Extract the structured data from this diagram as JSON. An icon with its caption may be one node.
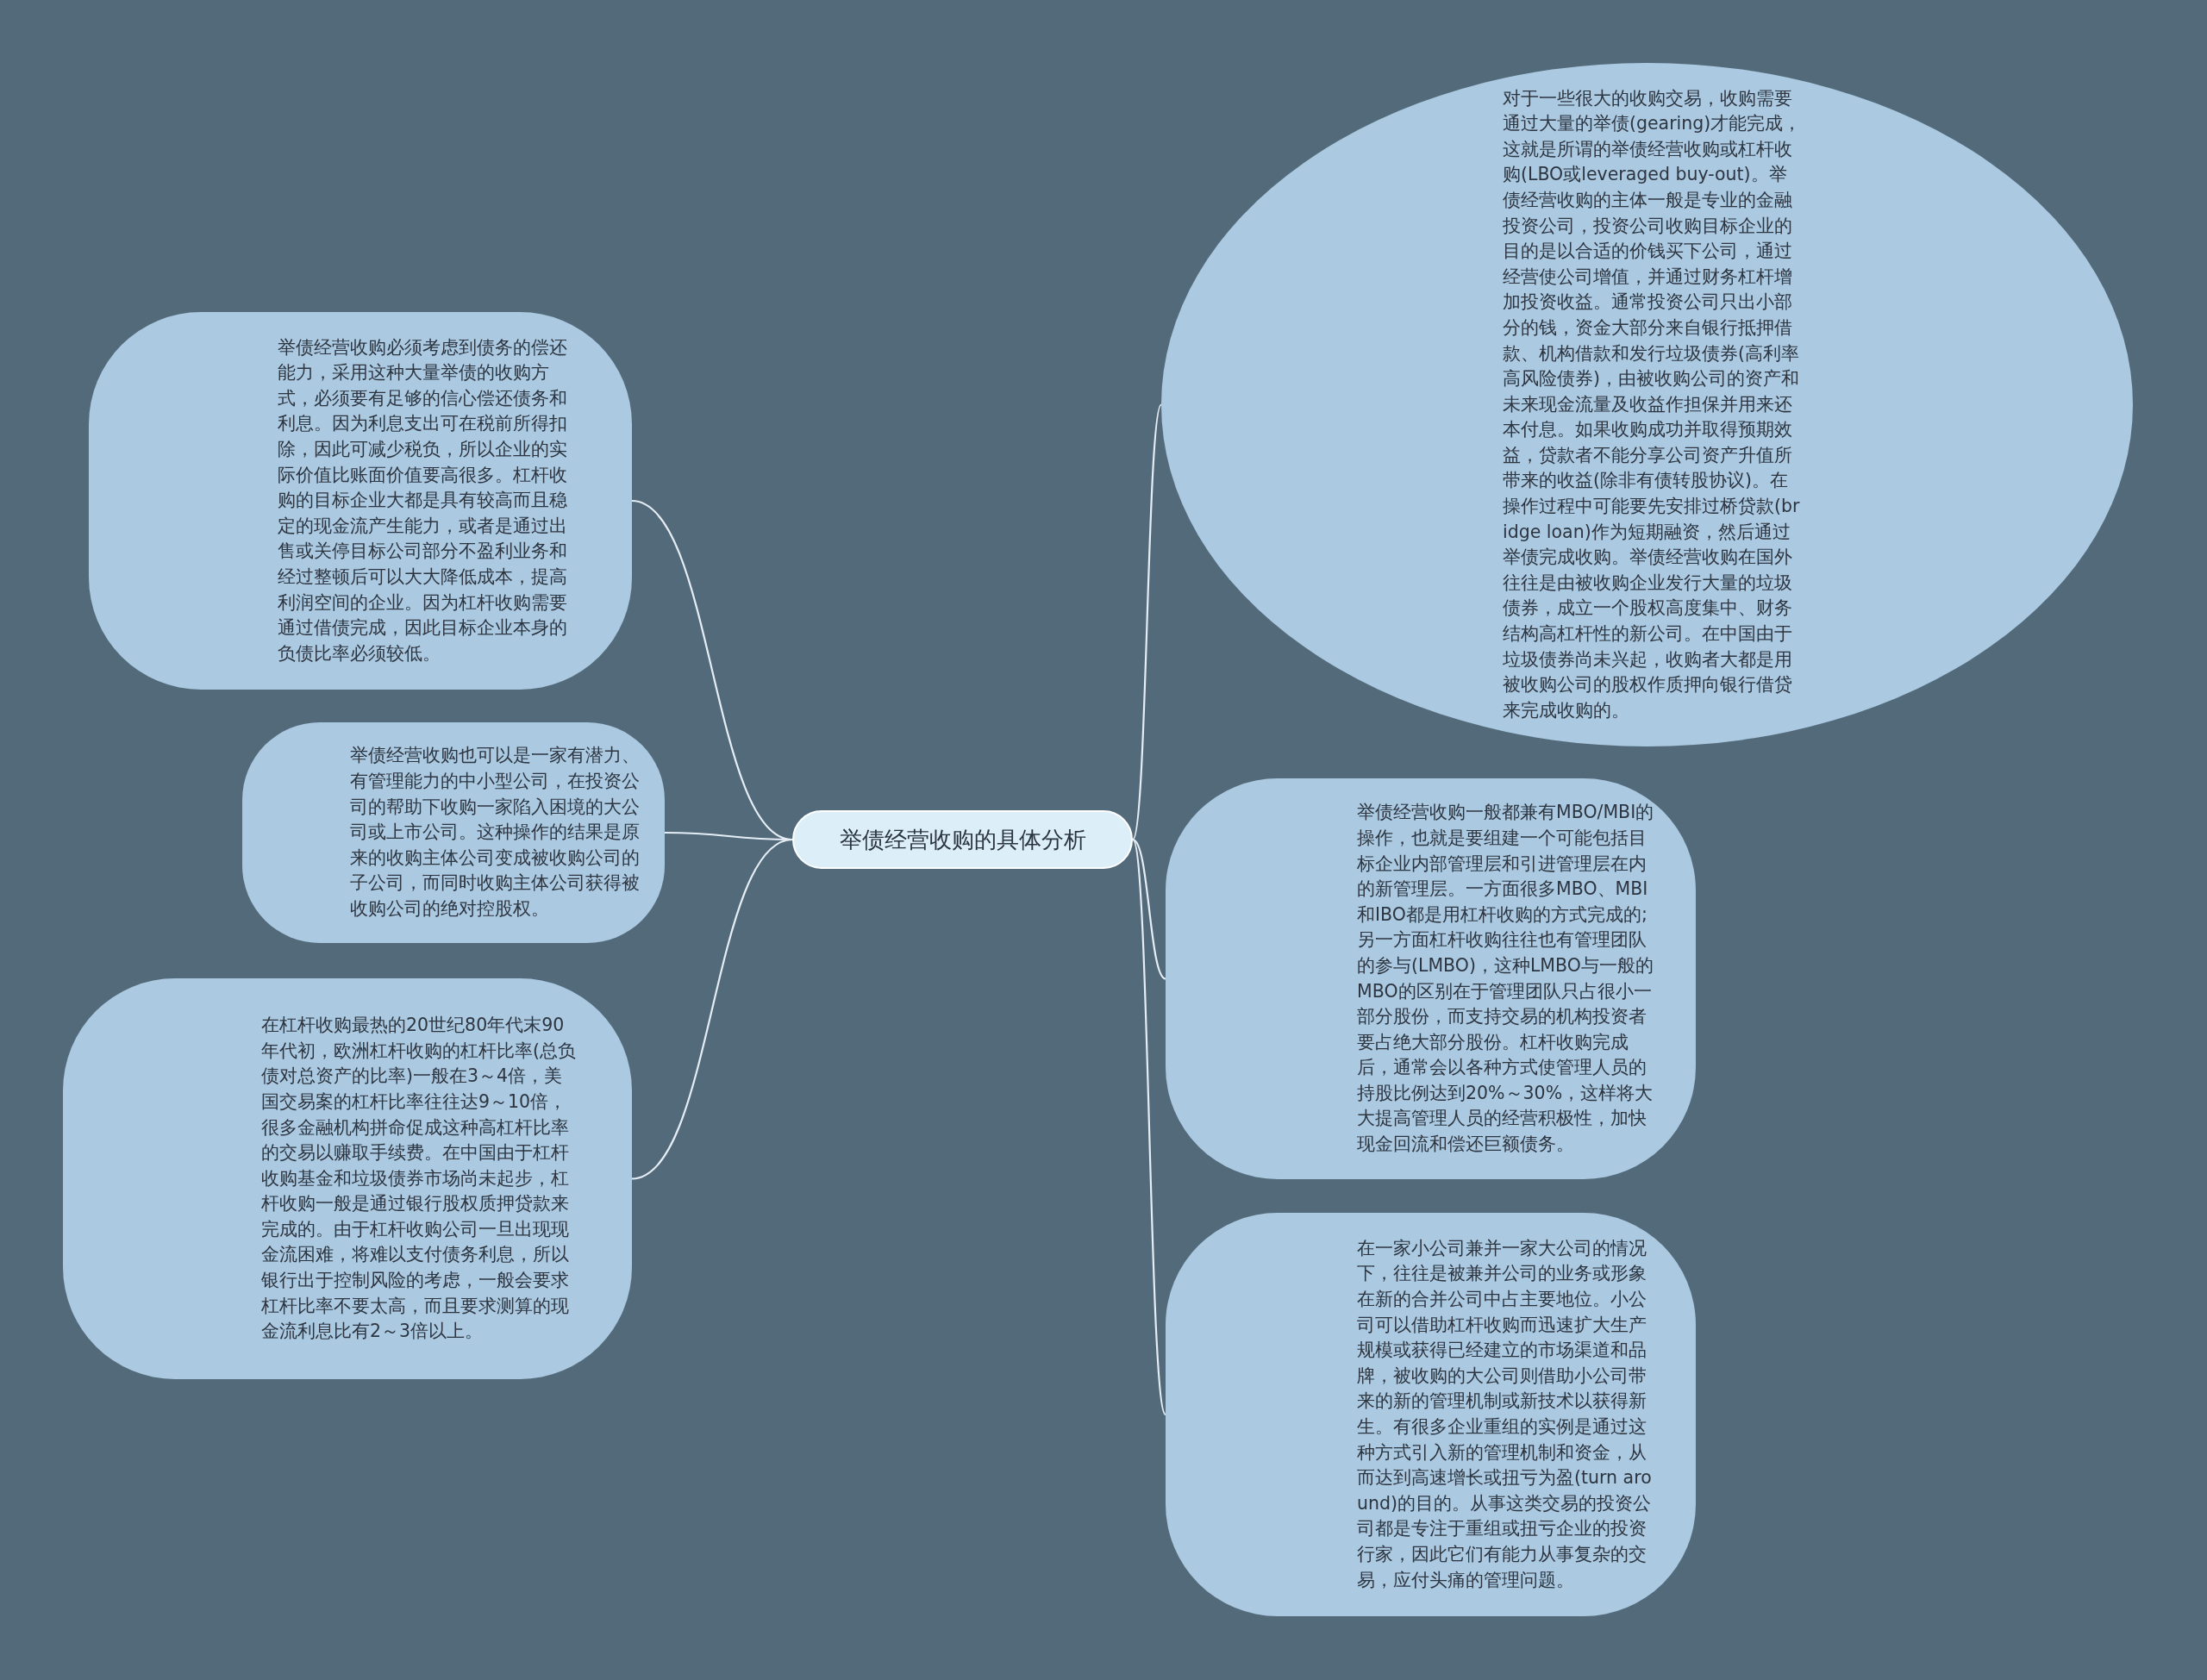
{
  "diagram": {
    "nodes": [
      {
        "text": [
          "举债经营收购的具体分析"
        ]
      },
      {
        "text": [
          "对于一些很大的收购交易，收购需要通过大量的举债(gearing)才能完成，这就是所谓的举债经营收购或杠杆收购(LBO或leveraged buy-out)。举债经营收购的主体一般是专业的金融投资公司，投资公司收购目标企业的目的是以合适的价钱买下公司，通过经营使公司增值，并通过财务杠杆增加投资收益。通常投资公司只出小部分的钱，资金大部分来自银行抵押借款、机构借款和发行垃圾债券(高利率高风险债券)，由被收购公司的资产和未来现金流量及收益作担保并用来还本付息。如果收购成功并取得预期效益，贷款者不能分享公司资产升值所带来的收益(除非有债转股协议)。在操作过程中可能要先安排过桥贷款(bridge loan)作为短期融资，然后通过举债完成收购。举债经营收购在国外往往是由被收购企业发行大量的垃圾债券，成立一个股权高度集中、财务结构高杠杆性的新公司。在中国由于垃圾债券尚未兴起，收购者大都是用被收购公司的股权作质押向银行借贷来完成收购的。"
        ]
      },
      {
        "text": [
          "举债经营收购必须考虑到债务的偿还能力，采用这种大量举债的收购方式，必须要有足够的信心偿还债务和利息。因为利息支出可在税前所得扣除，因此可减少税负，所以企业的实际价值比账面价值要高很多。杠杆收购的目标企业大都是具有较高而且稳定的现金流产生能力，或者是通过出售或关停目标公司部分不盈利业务和经过整顿后可以大大降低成本，提高利润空间的企业。因为杠杆收购需要通过借债完成，因此目标企业本身的负债比率必须较低。"
        ]
      },
      {
        "text": [
          "举债经营收购也可以是一家有潜力、有管理能力的中小型公司，在投资公司的帮助下收购一家陷入困境的大公司或上市公司。这种操作的结果是原来的收购主体公司变成被收购公司的子公司，而同时收购主体公司获得被收购公司的绝对控股权。"
        ]
      },
      {
        "text": [
          "在杠杆收购最热的20世纪80年代末90年代初，欧洲杠杆收购的杠杆比率(总负债对总资产的比率)一般在3～4倍，美国交易案的杠杆比率往往达9～10倍，很多金融机构拼命促成这种高杠杆比率的交易以赚取手续费。在中国由于杠杆收购基金和垃圾债券市场尚未起步，杠杆收购一般是通过银行股权质押贷款来完成的。由于杠杆收购公司一旦出现现金流困难，将难以支付债务利息，所以银行出于控制风险的考虑，一般会要求杠杆比率不要太高，而且要求测算的现金流利息比有2～3倍以上。"
        ]
      },
      {
        "text": [
          "举债经营收购一般都兼有MBO/MBI的操作，也就是要组建一个可能包括目标企业内部管理层和引进管理层在内的新管理层。一方面很多MBO、MBI和IBO都是用杠杆收购的方式完成的;另一方面杠杆收购往往也有管理团队的参与(LMBO)，这种LMBO与一般的MBO的区别在于管理团队只占很小一部分股份，而支持交易的机构投资者要占绝大部分股份。杠杆收购完成后，通常会以各种方式使管理人员的持股比例达到20%～30%，这样将大大提高管理人员的经营积极性，加快现金回流和偿还巨额债务。"
        ]
      },
      {
        "text": [
          "在一家小公司兼并一家大公司的情况下，往往是被兼并公司的业务或形象在新的合并公司中占主要地位。小公司可以借助杠杆收购而迅速扩大生产规模或获得已经建立的市场渠道和品牌，被收购的大公司则借助小公司带来的新的管理机制或新技术以获得新生。有很多企业重组的实例是通过这种方式引入新的管理机制和资金，从而达到高速增长或扭亏为盈(turn around)的目的。从事这类交易的投资公司都是专注于重组或扭亏企业的投资行家，因此它们有能力从事复杂的交易，应付头痛的管理问题。"
        ]
      }
    ],
    "edges": [
      {
        "from": 0,
        "to": 1,
        "arrow": "none"
      },
      {
        "from": 0,
        "to": 2,
        "arrow": "none"
      },
      {
        "from": 0,
        "to": 3,
        "arrow": "none"
      },
      {
        "from": 0,
        "to": 4,
        "arrow": "none"
      },
      {
        "from": 0,
        "to": 5,
        "arrow": "none"
      },
      {
        "from": 0,
        "to": 6,
        "arrow": "none"
      }
    ]
  }
}
